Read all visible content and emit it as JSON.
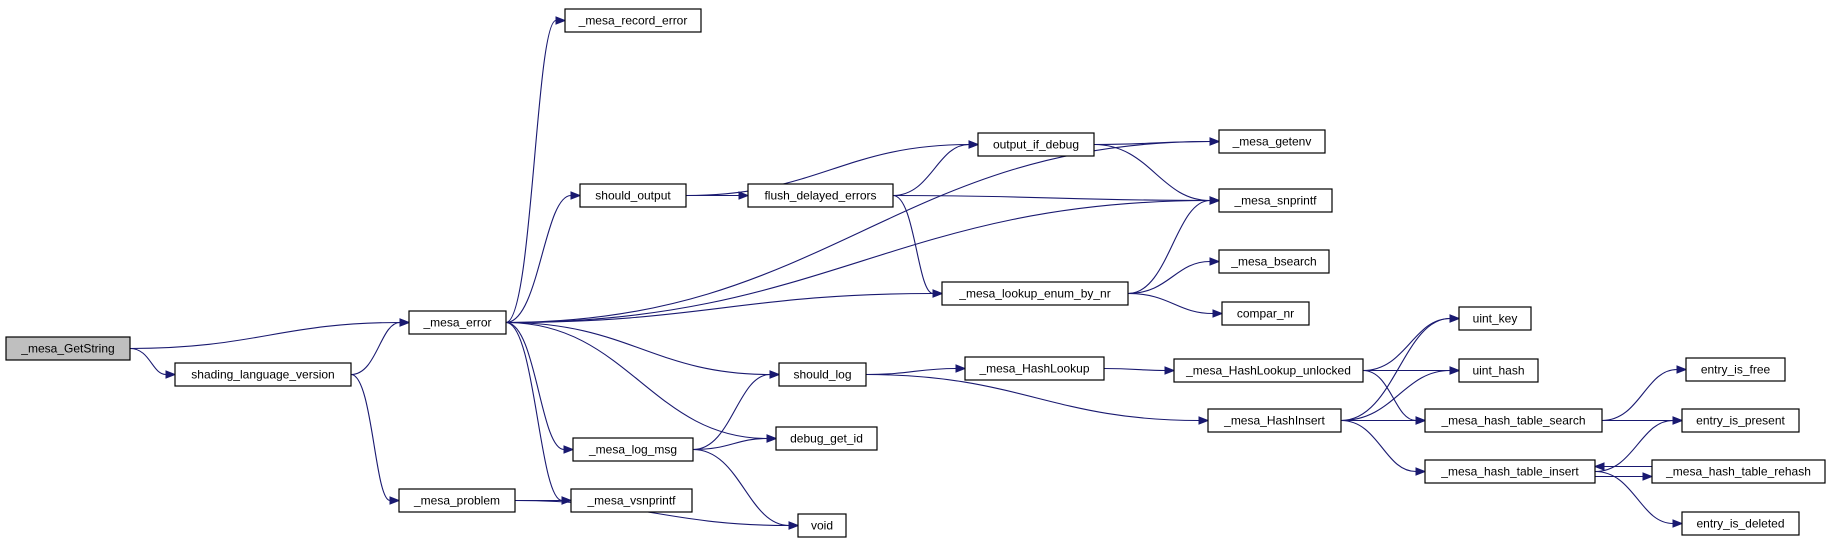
{
  "graph": {
    "edge_color": "#191970",
    "root_fill": "#bfbfbf",
    "nodes": [
      {
        "id": "mesa_GetString",
        "label": "_mesa_GetString",
        "root": true
      },
      {
        "id": "shading_language_version",
        "label": "shading_language_version"
      },
      {
        "id": "mesa_error",
        "label": "_mesa_error"
      },
      {
        "id": "mesa_problem",
        "label": "_mesa_problem"
      },
      {
        "id": "mesa_record_error",
        "label": "_mesa_record_error"
      },
      {
        "id": "should_output",
        "label": "should_output"
      },
      {
        "id": "flush_delayed_errors",
        "label": "flush_delayed_errors"
      },
      {
        "id": "output_if_debug",
        "label": "output_if_debug"
      },
      {
        "id": "mesa_getenv",
        "label": "_mesa_getenv"
      },
      {
        "id": "mesa_snprintf",
        "label": "_mesa_snprintf"
      },
      {
        "id": "mesa_lookup_enum_by_nr",
        "label": "_mesa_lookup_enum_by_nr"
      },
      {
        "id": "mesa_bsearch",
        "label": "_mesa_bsearch"
      },
      {
        "id": "compar_nr",
        "label": "compar_nr"
      },
      {
        "id": "should_log",
        "label": "should_log"
      },
      {
        "id": "mesa_HashLookup",
        "label": "_mesa_HashLookup"
      },
      {
        "id": "mesa_HashLookup_unlocked",
        "label": "_mesa_HashLookup_unlocked"
      },
      {
        "id": "uint_key",
        "label": "uint_key"
      },
      {
        "id": "uint_hash",
        "label": "uint_hash"
      },
      {
        "id": "mesa_HashInsert",
        "label": "_mesa_HashInsert"
      },
      {
        "id": "mesa_hash_table_search",
        "label": "_mesa_hash_table_search"
      },
      {
        "id": "entry_is_free",
        "label": "entry_is_free"
      },
      {
        "id": "entry_is_present",
        "label": "entry_is_present"
      },
      {
        "id": "mesa_hash_table_insert",
        "label": "_mesa_hash_table_insert"
      },
      {
        "id": "mesa_hash_table_rehash",
        "label": "_mesa_hash_table_rehash"
      },
      {
        "id": "entry_is_deleted",
        "label": "entry_is_deleted"
      },
      {
        "id": "mesa_log_msg",
        "label": "_mesa_log_msg"
      },
      {
        "id": "debug_get_id",
        "label": "debug_get_id"
      },
      {
        "id": "mesa_vsnprintf",
        "label": "_mesa_vsnprintf"
      },
      {
        "id": "void",
        "label": "void"
      }
    ],
    "edges": [
      [
        "mesa_GetString",
        "mesa_error"
      ],
      [
        "mesa_GetString",
        "shading_language_version"
      ],
      [
        "shading_language_version",
        "mesa_error"
      ],
      [
        "shading_language_version",
        "mesa_problem"
      ],
      [
        "mesa_error",
        "mesa_record_error"
      ],
      [
        "mesa_error",
        "should_output"
      ],
      [
        "mesa_error",
        "mesa_getenv"
      ],
      [
        "mesa_error",
        "mesa_snprintf"
      ],
      [
        "mesa_error",
        "mesa_lookup_enum_by_nr"
      ],
      [
        "mesa_error",
        "should_log"
      ],
      [
        "mesa_error",
        "debug_get_id"
      ],
      [
        "mesa_error",
        "mesa_log_msg"
      ],
      [
        "mesa_error",
        "mesa_vsnprintf"
      ],
      [
        "should_output",
        "output_if_debug"
      ],
      [
        "should_output",
        "flush_delayed_errors"
      ],
      [
        "flush_delayed_errors",
        "output_if_debug"
      ],
      [
        "flush_delayed_errors",
        "mesa_snprintf"
      ],
      [
        "flush_delayed_errors",
        "mesa_lookup_enum_by_nr"
      ],
      [
        "output_if_debug",
        "mesa_getenv"
      ],
      [
        "output_if_debug",
        "mesa_snprintf"
      ],
      [
        "mesa_lookup_enum_by_nr",
        "mesa_snprintf"
      ],
      [
        "mesa_lookup_enum_by_nr",
        "mesa_bsearch"
      ],
      [
        "mesa_lookup_enum_by_nr",
        "compar_nr"
      ],
      [
        "should_log",
        "mesa_HashLookup"
      ],
      [
        "should_log",
        "mesa_HashInsert"
      ],
      [
        "mesa_HashLookup",
        "mesa_HashLookup_unlocked"
      ],
      [
        "mesa_HashLookup_unlocked",
        "uint_key"
      ],
      [
        "mesa_HashLookup_unlocked",
        "uint_hash"
      ],
      [
        "mesa_HashLookup_unlocked",
        "mesa_hash_table_search"
      ],
      [
        "mesa_HashInsert",
        "uint_key"
      ],
      [
        "mesa_HashInsert",
        "uint_hash"
      ],
      [
        "mesa_HashInsert",
        "mesa_hash_table_search"
      ],
      [
        "mesa_HashInsert",
        "mesa_hash_table_insert"
      ],
      [
        "mesa_hash_table_search",
        "entry_is_free"
      ],
      [
        "mesa_hash_table_search",
        "entry_is_present"
      ],
      [
        "mesa_hash_table_insert",
        "entry_is_present"
      ],
      [
        "mesa_hash_table_insert",
        "mesa_hash_table_rehash"
      ],
      [
        "mesa_hash_table_insert",
        "entry_is_deleted"
      ],
      [
        "mesa_hash_table_rehash",
        "mesa_hash_table_insert"
      ],
      [
        "mesa_log_msg",
        "should_log"
      ],
      [
        "mesa_log_msg",
        "debug_get_id"
      ],
      [
        "mesa_log_msg",
        "void"
      ],
      [
        "mesa_problem",
        "mesa_vsnprintf"
      ],
      [
        "mesa_problem",
        "void"
      ]
    ]
  }
}
